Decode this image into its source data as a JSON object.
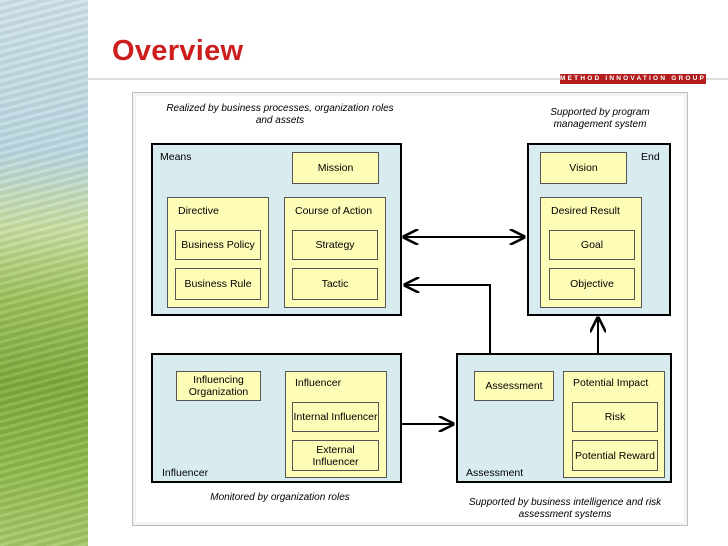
{
  "slide": {
    "title": "Overview",
    "brand": "METHOD INNOVATION GROUP",
    "colors": {
      "title": "#cc1e1e",
      "brand_bar": "#b51e1e",
      "region_fill": "#d8ecf0",
      "element_fill": "#fdfdb8"
    }
  },
  "notes": {
    "top_left": "Realized by business processes, organization roles and assets",
    "top_right": "Supported by program management system",
    "bottom_left": "Monitored by organization roles",
    "bottom_right": "Supported by business intelligence and risk assessment systems"
  },
  "means": {
    "label": "Means",
    "mission": "Mission",
    "directive": {
      "label": "Directive",
      "items": [
        "Business Policy",
        "Business Rule"
      ]
    },
    "course": {
      "label": "Course of Action",
      "items": [
        "Strategy",
        "Tactic"
      ]
    }
  },
  "end": {
    "label": "End",
    "vision": "Vision",
    "desired": {
      "label": "Desired Result",
      "items": [
        "Goal",
        "Objective"
      ]
    }
  },
  "influencer": {
    "label": "Influencer",
    "org": "Influencing Organization",
    "group": {
      "label": "Influencer",
      "items": [
        "Internal Influencer",
        "External Influencer"
      ]
    }
  },
  "assessment": {
    "label": "Assessment",
    "box": "Assessment",
    "impact": {
      "label": "Potential Impact",
      "items": [
        "Risk",
        "Potential Reward"
      ]
    }
  }
}
